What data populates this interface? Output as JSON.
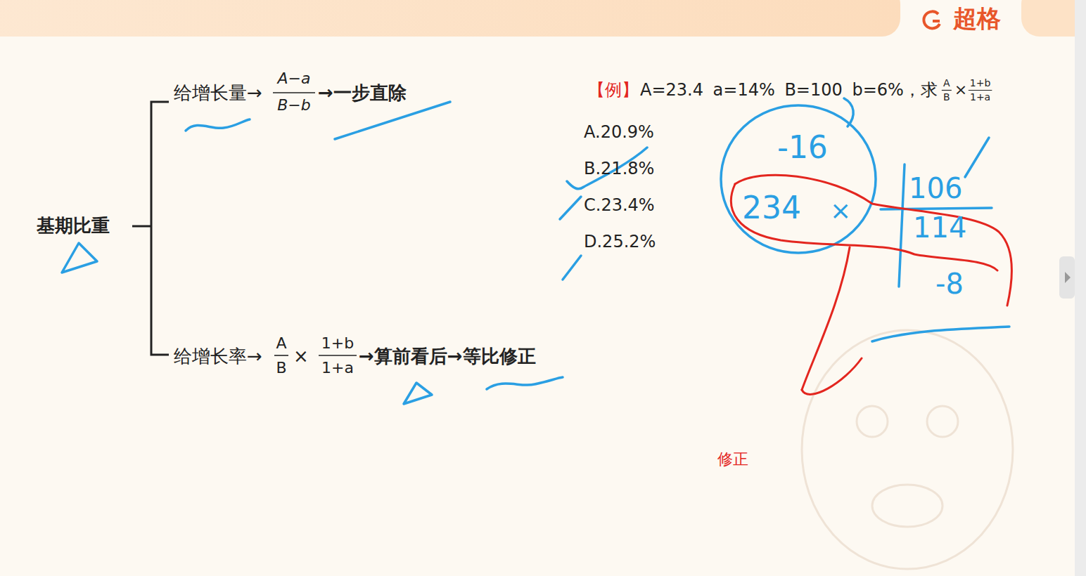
{
  "diagram": {
    "labels": [
      "超格",
      "给增长量→",
      "A−a",
      "B−b",
      "→一步直除",
      "基期比重",
      "给增长率→",
      "A",
      "B",
      "×",
      "1+b",
      "1+a",
      "→算前看后→等比修正",
      "【例】",
      "A=23.4 a=14% B=100 b=6%，求",
      "A",
      "B",
      "×",
      "1+b",
      "1+a",
      "A.20.9%",
      "B.21.8%",
      "C.23.4%",
      "D.25.2%",
      "-16",
      "234",
      "×",
      "106",
      "114",
      "-8",
      "修正"
    ]
  }
}
